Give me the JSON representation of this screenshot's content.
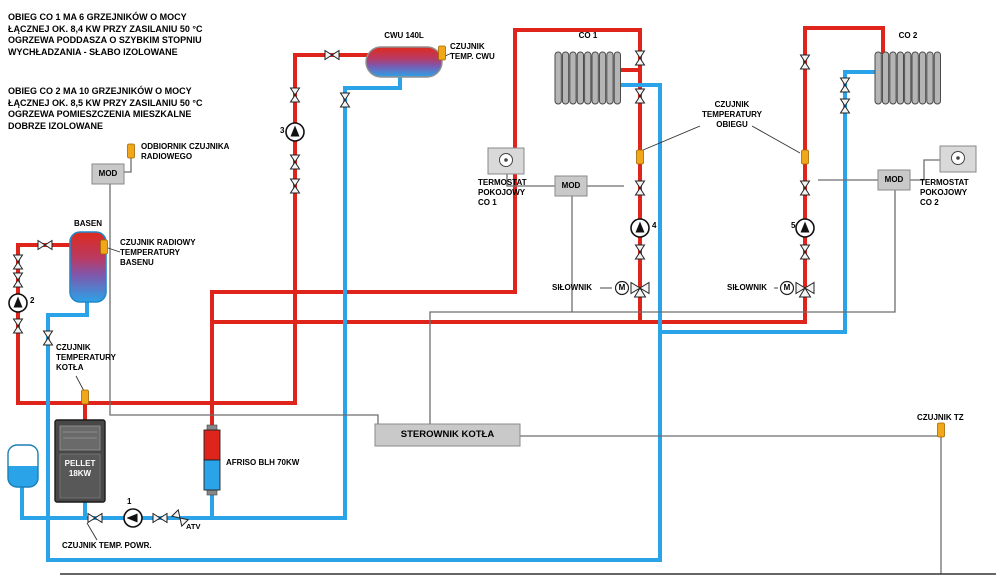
{
  "colors": {
    "supply": "#df241c",
    "return": "#2ba3e8",
    "sensor": "#f2a71b",
    "box": "#c9c9c9",
    "component": "#b5b5b5",
    "wire": "#6e6e6e"
  },
  "notes": {
    "co1": "OBIEG CO 1 MA 6 GRZEJNIKÓW O MOCY\nŁĄCZNEJ OK. 8,4 KW PRZY ZASILANIU 50 °C\nOGRZEWA PODDASZA O SZYBKIM STOPNIU\nWYCHŁADZANIA - SŁABO IZOLOWANE",
    "co2": "OBIEG CO 2 MA 10 GRZEJNIKÓW O MOCY\nŁĄCZNEJ OK. 8,5 KW PRZY ZASILANIU 50 °C\nOGRZEWA POMIESZCZENIA MIESZKALNE\nDOBRZE IZOLOWANE"
  },
  "labels": {
    "cwu_tank": "CWU 140L",
    "cwu_sensor": "CZUJNIK\nTEMP. CWU",
    "co1_radiator": "CO 1",
    "co2_radiator": "CO 2",
    "circuit_temp_sensor": "CZUJNIK\nTEMPERATURY\nOBIEGU",
    "radio_receiver": "ODBIORNIK CZUJNIKA\nRADIOWEGO",
    "mod": "MOD",
    "thermostat_co1": "TERMOSTAT\nPOKOJOWY\nCO 1",
    "thermostat_co2": "TERMOSTAT\nPOKOJOWY\nCO 2",
    "basen_tank": "BASEN",
    "basen_sensor": "CZUJNIK RADIOWY\nTEMPERATURY\nBASENU",
    "silownik": "SIŁOWNIK",
    "boiler_temp_sensor": "CZUJNIK\nTEMPERATURY\nKOTŁA",
    "controller": "STEROWNIK KOTŁA",
    "tz_sensor": "CZUJNIK TZ",
    "boiler": "PELLET\n18KW",
    "separator": "AFRISO BLH 70KW",
    "atv": "ATV",
    "return_temp_sensor": "CZUJNIK TEMP. POWR.",
    "actuator": "M",
    "pump_numbers": {
      "p1": "1",
      "p2": "2",
      "p3": "3",
      "p4": "4",
      "p5": "5"
    }
  }
}
